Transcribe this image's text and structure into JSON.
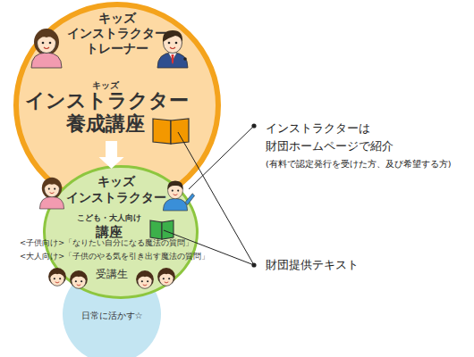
{
  "diagram": {
    "nodes": [
      {
        "text": [
          "キッズ インストラクター トレーナー",
          "キッズ",
          "インストラクター 養成講座"
        ]
      },
      {
        "text": [
          "キッズ インストラクター",
          "こども・大人向け",
          "講座",
          "<子供向け>「なりたい自分になる魔法の質問」",
          "<大人向け>「子供のやる気を引き出す魔法の質問」",
          "受講生"
        ]
      },
      {
        "text": [
          "日常に活かす☆"
        ]
      }
    ],
    "edges": [
      {
        "from": 0,
        "to": 1,
        "arrow": "to"
      }
    ],
    "labels": [
      "インストラクターは 財団ホームページで紹介",
      "(有料で認定発行を受けた方、及び希望する方)",
      "財団提供テキスト"
    ]
  }
}
